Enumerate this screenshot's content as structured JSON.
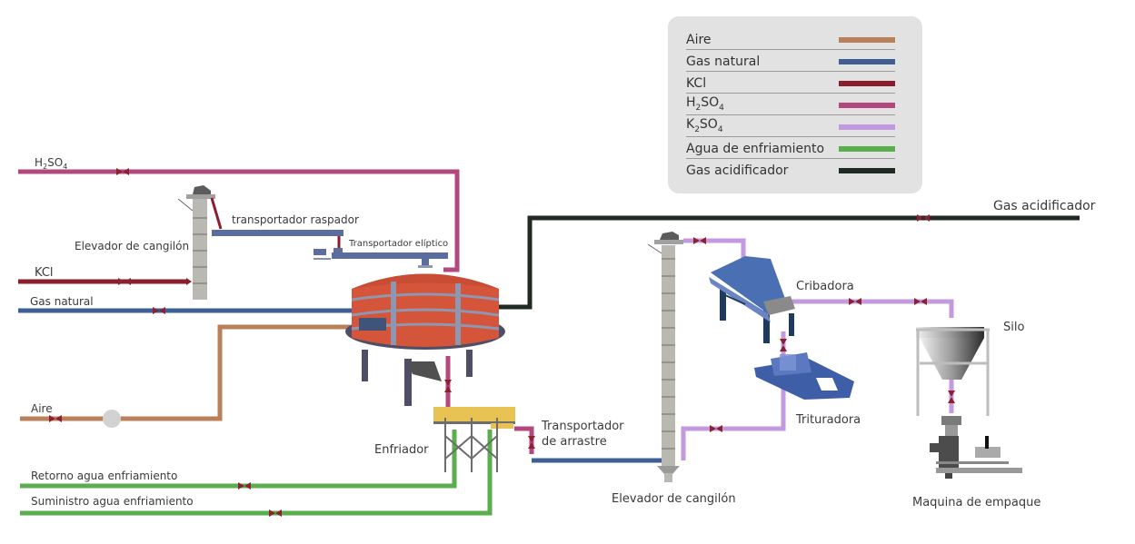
{
  "legend": {
    "items": [
      {
        "label": "Aire",
        "color": "#b9805a"
      },
      {
        "label": "Gas natural",
        "color": "#3e5f96"
      },
      {
        "label": "KCl",
        "color": "#8b1d2c"
      },
      {
        "label": "H2SO4",
        "label_main": "H",
        "sub1": "2",
        "mid": "SO",
        "sub2": "4",
        "color": "#b2487e"
      },
      {
        "label": "K2SO4",
        "label_main": "K",
        "sub1": "2",
        "mid": "SO",
        "sub2": "4",
        "color": "#c39ae0"
      },
      {
        "label": "Agua de enfriamiento",
        "color": "#5aae4e"
      },
      {
        "label": "Gas acidificador",
        "color": "#1f2a20"
      }
    ]
  },
  "streams": {
    "h2so4": {
      "label": "H2SO4",
      "main": "H",
      "sub": "2",
      "rest": "SO",
      "sub2": "4"
    },
    "kcl": {
      "label": "KCl"
    },
    "gas_natural": {
      "label": "Gas natural"
    },
    "aire": {
      "label": "Aire"
    },
    "retorno": {
      "label": "Retorno agua enfriamiento"
    },
    "suministro": {
      "label": "Suministro agua enfriamiento"
    },
    "gas_acidificador": {
      "label": "Gas acidificador"
    }
  },
  "equipment": {
    "elevador1": "Elevador de cangilón",
    "raspador": "transportador raspador",
    "eliptico": "Transportador elíptico",
    "enfriador": "Enfriador",
    "arrastre_line1": "Transportador",
    "arrastre_line2": "de arrastre",
    "elevador2": "Elevador de cangilón",
    "cribadora": "Cribadora",
    "trituradora": "Trituradora",
    "silo": "Silo",
    "empaque": "Maquina de empaque"
  },
  "colors": {
    "aire": "#b9805a",
    "gas_natural": "#3e5f96",
    "kcl": "#8b1d2c",
    "h2so4": "#b2487e",
    "k2so4": "#c39ae0",
    "agua": "#5aae4e",
    "gas_acid": "#1f2a20",
    "conveyor": "#5b6d9e",
    "valve": "#8b2233",
    "reactor": "#d4553a",
    "reactor_band": "#8f97b0",
    "reactor_base": "#4e4e66",
    "cooler": "#e8c252",
    "elevator": "#b9b9b2",
    "machine_blue": "#4a6fb3"
  }
}
